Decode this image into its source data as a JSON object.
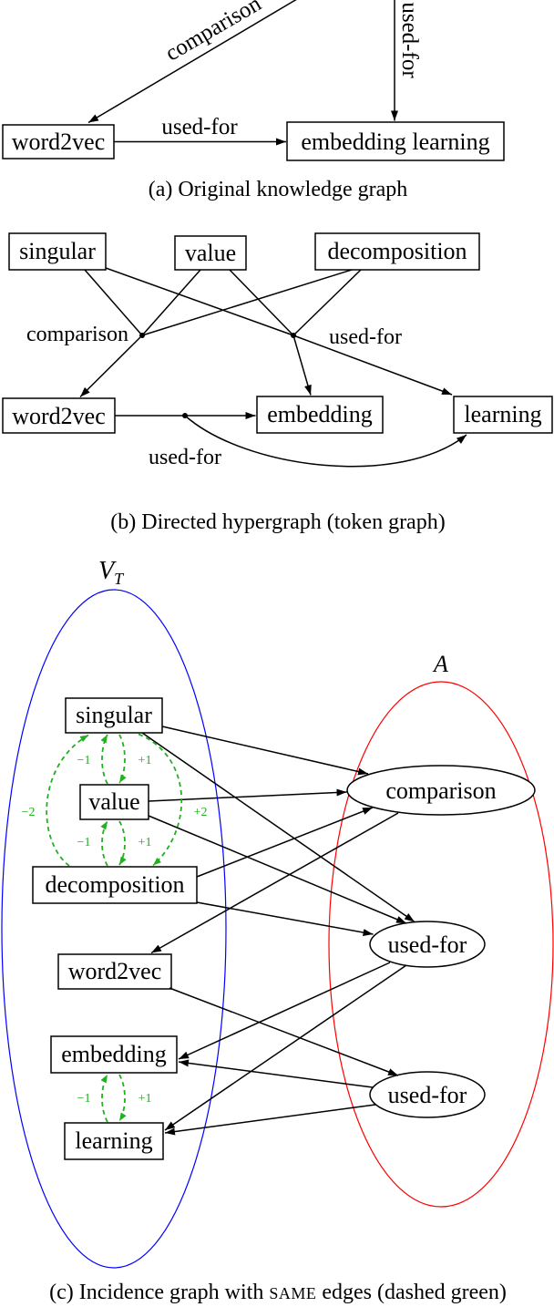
{
  "colors": {
    "token_set": "#0000ff",
    "relation_set": "#ff0000",
    "same_edges": "#22b022"
  },
  "figure_a": {
    "caption": "(a) Original knowledge graph",
    "nodes": {
      "word2vec": "word2vec",
      "embedding_learning": "embedding learning"
    },
    "edge_labels": {
      "comparison": "comparison",
      "used_for_vertical": "used-for",
      "used_for_horizontal": "used-for"
    }
  },
  "figure_b": {
    "caption": "(b) Directed hypergraph (token graph)",
    "nodes": {
      "singular": "singular",
      "value": "value",
      "decomposition": "decomposition",
      "word2vec": "word2vec",
      "embedding": "embedding",
      "learning": "learning"
    },
    "edge_labels": {
      "comparison": "comparison",
      "used_for_upper": "used-for",
      "used_for_lower": "used-for"
    }
  },
  "figure_c": {
    "caption": {
      "prefix": "(c) Incidence graph with",
      "small_caps": "SAME",
      "suffix": "edges (dashed green)"
    },
    "token_set_label": {
      "symbol": "V",
      "subscript": "T"
    },
    "relation_set_label": "A",
    "token_nodes": {
      "singular": "singular",
      "value": "value",
      "decomposition": "decomposition",
      "word2vec": "word2vec",
      "embedding": "embedding",
      "learning": "learning"
    },
    "relation_nodes": {
      "comparison": "comparison",
      "used_for_1": "used-for",
      "used_for_2": "used-for"
    },
    "same_edge_labels": {
      "singular_value": {
        "backward": "−1",
        "forward": "+1"
      },
      "value_decomposition": {
        "backward": "−1",
        "forward": "+1"
      },
      "singular_decomposition": {
        "backward": "−2",
        "forward": "+2"
      },
      "embedding_learning": {
        "backward": "−1",
        "forward": "+1"
      }
    }
  }
}
